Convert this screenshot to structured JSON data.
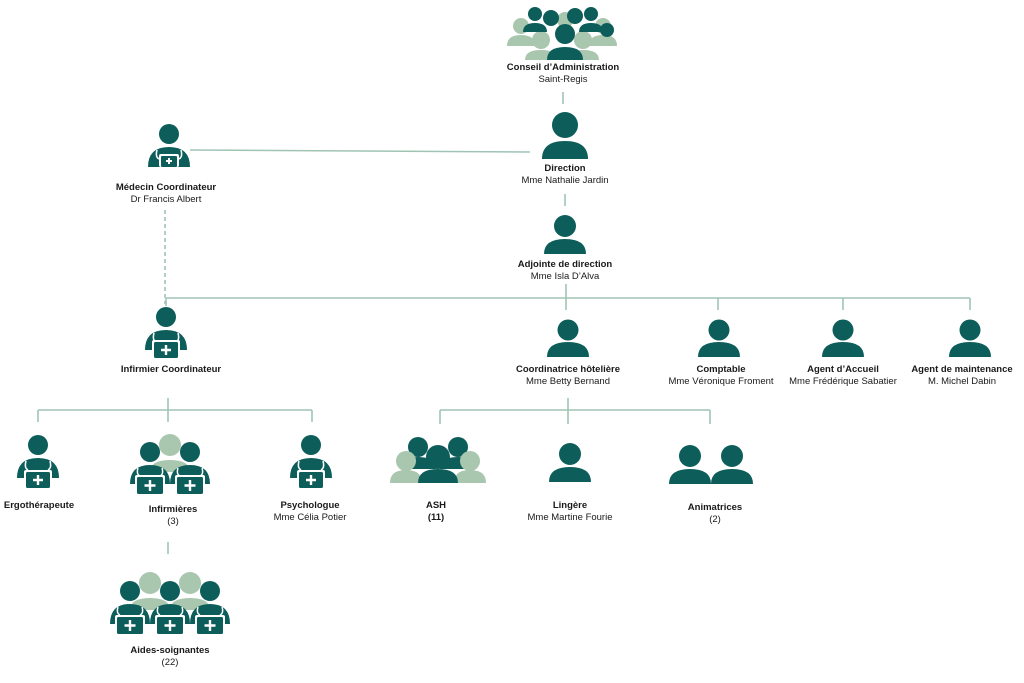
{
  "colors": {
    "dark": "#0d5e5a",
    "light": "#a9c6ae",
    "line": "#9fc4b4",
    "text": "#1a1a1a"
  },
  "nodes": {
    "conseil": {
      "title": "Conseil d’Administration",
      "subtitle": "Saint-Regis",
      "icon": "board-group-icon"
    },
    "direction": {
      "title": "Direction",
      "subtitle": "Mme Nathalie Jardin",
      "icon": "person-icon"
    },
    "medecin": {
      "title": "Médecin Coordinateur",
      "subtitle": "Dr Francis Albert",
      "icon": "doctor-icon"
    },
    "adjointe": {
      "title": "Adjointe de direction",
      "subtitle": "Mme Isla D’Alva",
      "icon": "person-icon"
    },
    "infirmier": {
      "title": "Infirmier Coordinateur",
      "icon": "doctor-icon"
    },
    "coordinatrice": {
      "title": "Coordinatrice hôtelière",
      "subtitle": "Mme Betty Bernand",
      "icon": "person-icon"
    },
    "comptable": {
      "title": "Comptable",
      "subtitle": "Mme Véronique Froment",
      "icon": "person-icon"
    },
    "accueil": {
      "title": "Agent d’Accueil",
      "subtitle": "Mme Frédérique  Sabatier",
      "icon": "person-icon"
    },
    "maintenance": {
      "title": "Agent de maintenance",
      "subtitle": "M. Michel Dabin",
      "icon": "person-icon"
    },
    "ergo": {
      "title": "Ergothérapeute",
      "icon": "doctor-icon"
    },
    "infirmieres": {
      "title": "Infirmières",
      "subtitle": "(3)",
      "icon": "doctor-group-icon"
    },
    "psychologue": {
      "title": "Psychologue",
      "subtitle": "Mme Célia Potier",
      "icon": "doctor-icon"
    },
    "ash": {
      "title": "ASH",
      "subtitle": "(11)",
      "icon": "staff-group-icon"
    },
    "lingere": {
      "title": "Lingère",
      "subtitle": "Mme Martine Fourie",
      "icon": "person-icon"
    },
    "animatrices": {
      "title": "Animatrices",
      "subtitle": "(2)",
      "icon": "person-pair-icon"
    },
    "aides": {
      "title": "Aides-soignantes",
      "subtitle": "(22)",
      "icon": "doctor-group-icon"
    }
  }
}
